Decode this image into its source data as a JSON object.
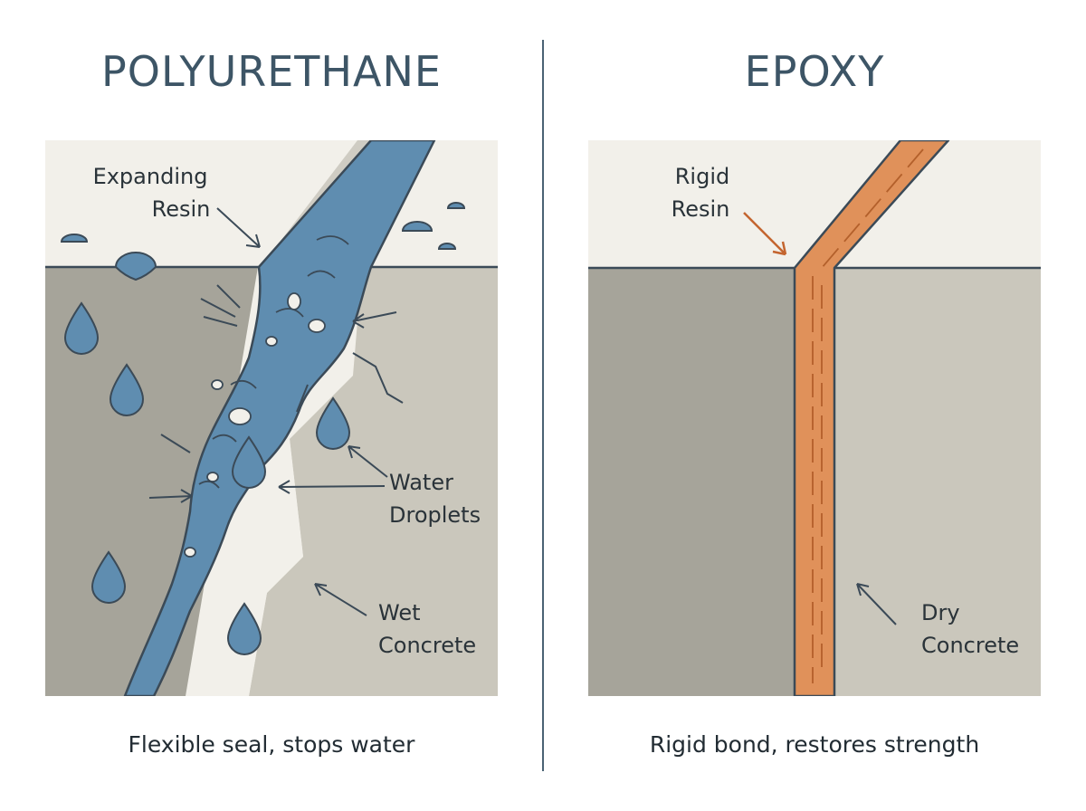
{
  "left_panel": {
    "title": "POLYURETHANE",
    "label_expanding_line1": "Expanding",
    "label_expanding_line2": "Resin",
    "label_water_line1": "Water",
    "label_water_line2": "Droplets",
    "label_wet_line1": "Wet",
    "label_wet_line2": "Concrete",
    "caption": "Flexible seal, stops water"
  },
  "right_panel": {
    "title": "EPOXY",
    "label_rigid_line1": "Rigid",
    "label_rigid_line2": "Resin",
    "label_dry_line1": "Dry",
    "label_dry_line2": "Concrete",
    "caption": "Rigid bond, restores strength"
  },
  "colors": {
    "sky": "#f2f0ea",
    "concrete_dark": "#a6a49a",
    "concrete_light": "#cac7bc",
    "polyurethane_resin": "#5f8db0",
    "epoxy_resin": "#e0915a",
    "outline": "#3b4a57"
  }
}
